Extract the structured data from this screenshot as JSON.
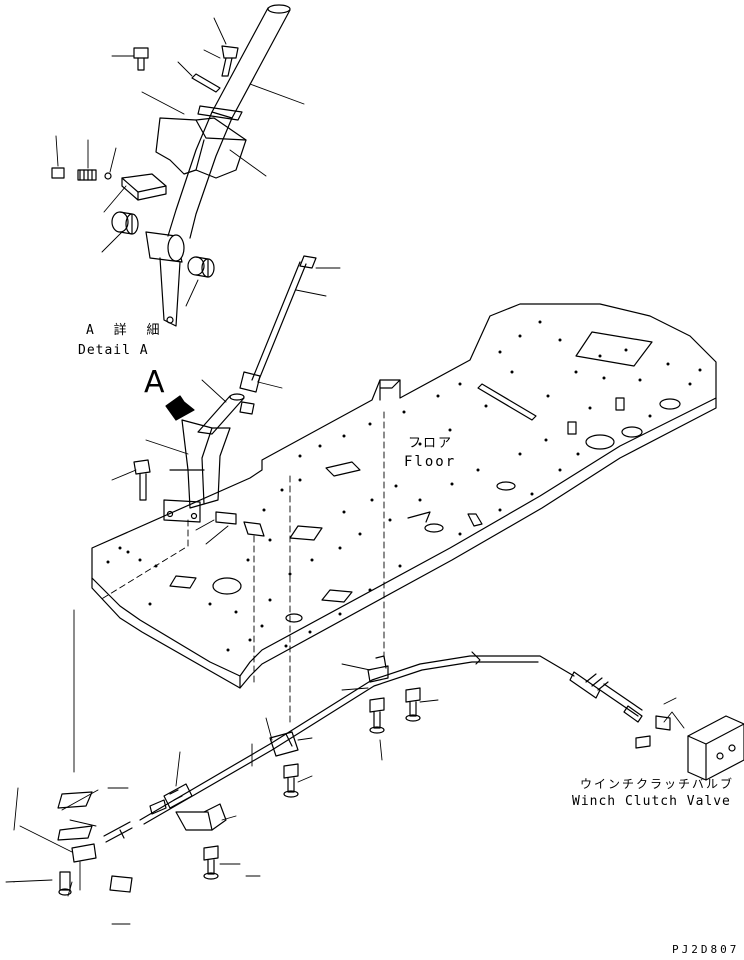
{
  "labels": {
    "detail_jp": "A 詳 細",
    "detail_en": "Detail A",
    "view_letter": "A",
    "floor_jp": "フロア",
    "floor_en": "Floor",
    "valve_jp": "ウインチクラッチバルブ",
    "valve_en": "Winch Clutch Valve",
    "drawing_code": "PJ2D807"
  }
}
